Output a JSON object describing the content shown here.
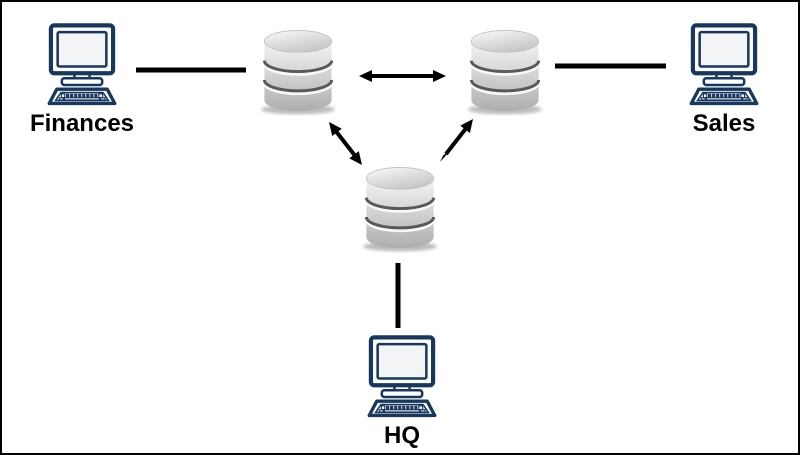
{
  "diagram": {
    "type": "database-replication-topology",
    "background_color": "#ffffff",
    "frame_color": "#000000",
    "connector_color": "#000000",
    "computer_outline_color": "#17375e",
    "screen_fill_color": "#f2f4f6",
    "database_colors": {
      "body_light": "#f4f4f4",
      "body_dark": "#aeaeb0",
      "top_light": "#fbfbfb",
      "top_dark": "#c6c6c8",
      "groove": "#58595b",
      "shadow": "#7a7a7a"
    },
    "nodes": {
      "finances": {
        "type": "computer",
        "label": "Finances",
        "icon": "computer-icon"
      },
      "sales": {
        "type": "computer",
        "label": "Sales",
        "icon": "computer-icon"
      },
      "hq": {
        "type": "computer",
        "label": "HQ",
        "icon": "computer-icon"
      },
      "db_left": {
        "type": "database",
        "label": "",
        "icon": "database-icon"
      },
      "db_right": {
        "type": "database",
        "label": "",
        "icon": "database-icon"
      },
      "db_center": {
        "type": "database",
        "label": "",
        "icon": "database-icon"
      }
    },
    "edges": [
      {
        "from": "finances",
        "to": "db_left",
        "style": "plain-line"
      },
      {
        "from": "db_left",
        "to": "db_right",
        "style": "double-arrow"
      },
      {
        "from": "db_right",
        "to": "sales",
        "style": "plain-line"
      },
      {
        "from": "db_left",
        "to": "db_center",
        "style": "double-arrow"
      },
      {
        "from": "db_right",
        "to": "db_center",
        "style": "double-arrow"
      },
      {
        "from": "db_center",
        "to": "hq",
        "style": "plain-line"
      }
    ]
  }
}
